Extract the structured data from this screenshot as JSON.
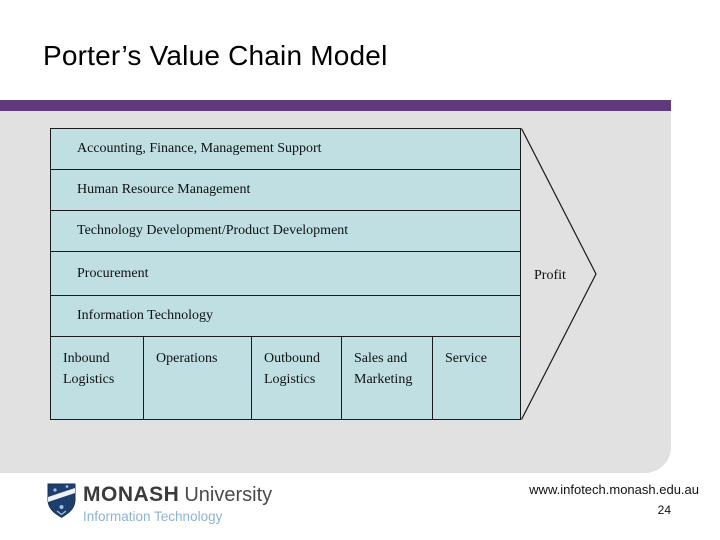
{
  "slide": {
    "title": "Porter’s Value Chain Model",
    "footer": {
      "url": "www.infotech.monash.edu.au",
      "page_number": "24"
    },
    "logo": {
      "institution": "MONASH",
      "institution_suffix": "University",
      "department": "Information Technology",
      "icon": "monash-shield-icon"
    }
  },
  "diagram": {
    "type": "value-chain",
    "support_activities": [
      "Accounting, Finance, Management Support",
      "Human Resource Management",
      "Technology Development/Product Development",
      "Procurement",
      "Information Technology"
    ],
    "primary_activities": [
      "Inbound Logistics",
      "Operations",
      "Outbound Logistics",
      "Sales and Marketing",
      "Service"
    ],
    "margin_label": "Profit"
  },
  "colors": {
    "accent_purple": "#5f3a7d",
    "panel_gray": "#e1e1e1",
    "cell_blue": "#bfdfe3",
    "border_black": "#1a1a1a",
    "logo_navy": "#1d3f6e",
    "logo_lightblue": "#8cb2d6"
  }
}
